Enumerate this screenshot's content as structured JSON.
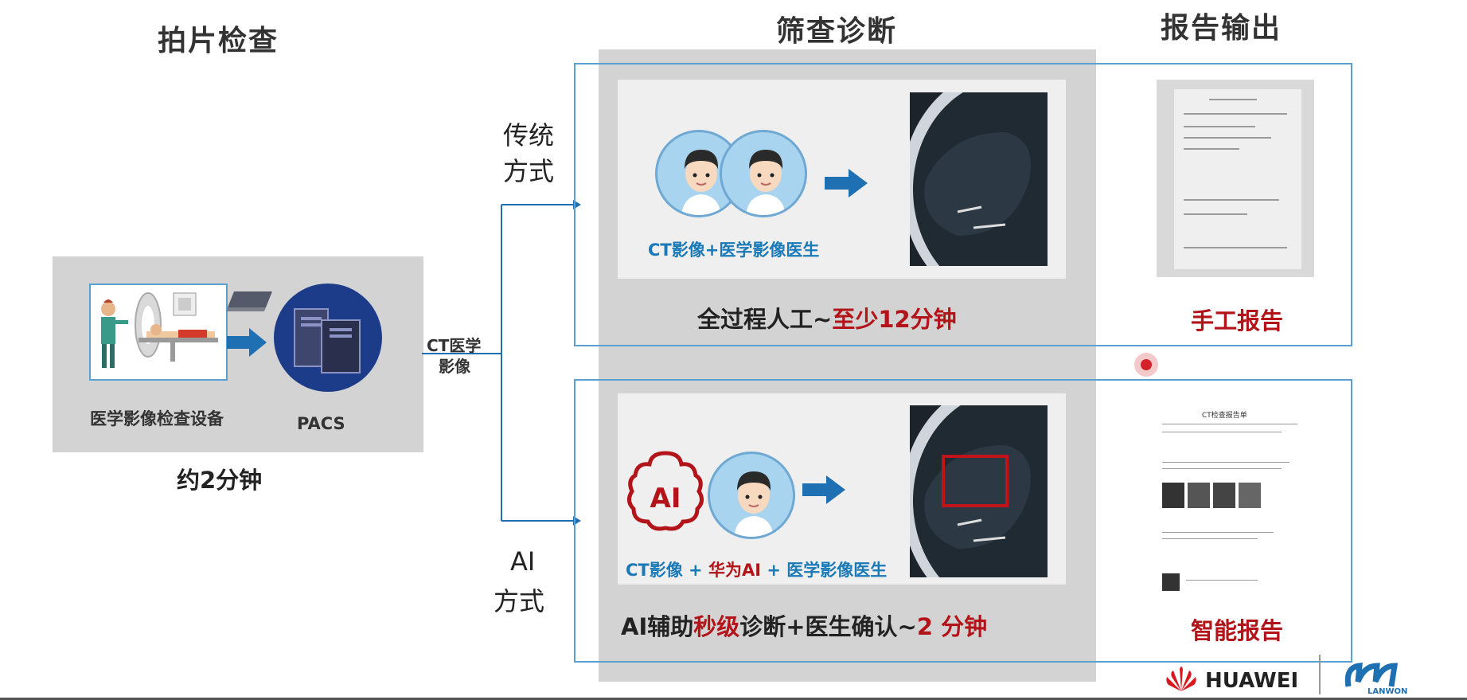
{
  "headers": {
    "exam": "拍片检查",
    "screening": "筛查诊断",
    "report": "报告输出"
  },
  "left": {
    "device_label": "医学影像检查设备",
    "pacs_label": "PACS",
    "time_label": "约2分钟"
  },
  "connector": {
    "line1": "CT医学",
    "line2": "影像"
  },
  "traditional": {
    "route_line1": "传统",
    "route_line2": "方式",
    "caption": "CT影像+医学影像医生",
    "summary_prefix": "全过程人工~",
    "summary_highlight": "至少12分钟",
    "report_label": "手工报告"
  },
  "ai": {
    "route_line1": "AI",
    "route_line2": "方式",
    "brain_text": "AI",
    "caption_part1": "CT影像 + ",
    "caption_part2": "华为AI",
    "caption_part3": " + 医学影像医生",
    "summary_part1": "AI辅助",
    "summary_part2": "秒级",
    "summary_part3": "诊断+医生确认~",
    "summary_part4": "2 分钟",
    "report_label": "智能报告",
    "report_doc_title": "CT检查报告单"
  },
  "footer": {
    "brand": "HUAWEI",
    "partner": "LANWON"
  },
  "colors": {
    "accent_blue": "#1a7ab8",
    "accent_red": "#b3141a",
    "frame_blue": "#5aa0d0",
    "huawei_red": "#d71920"
  }
}
